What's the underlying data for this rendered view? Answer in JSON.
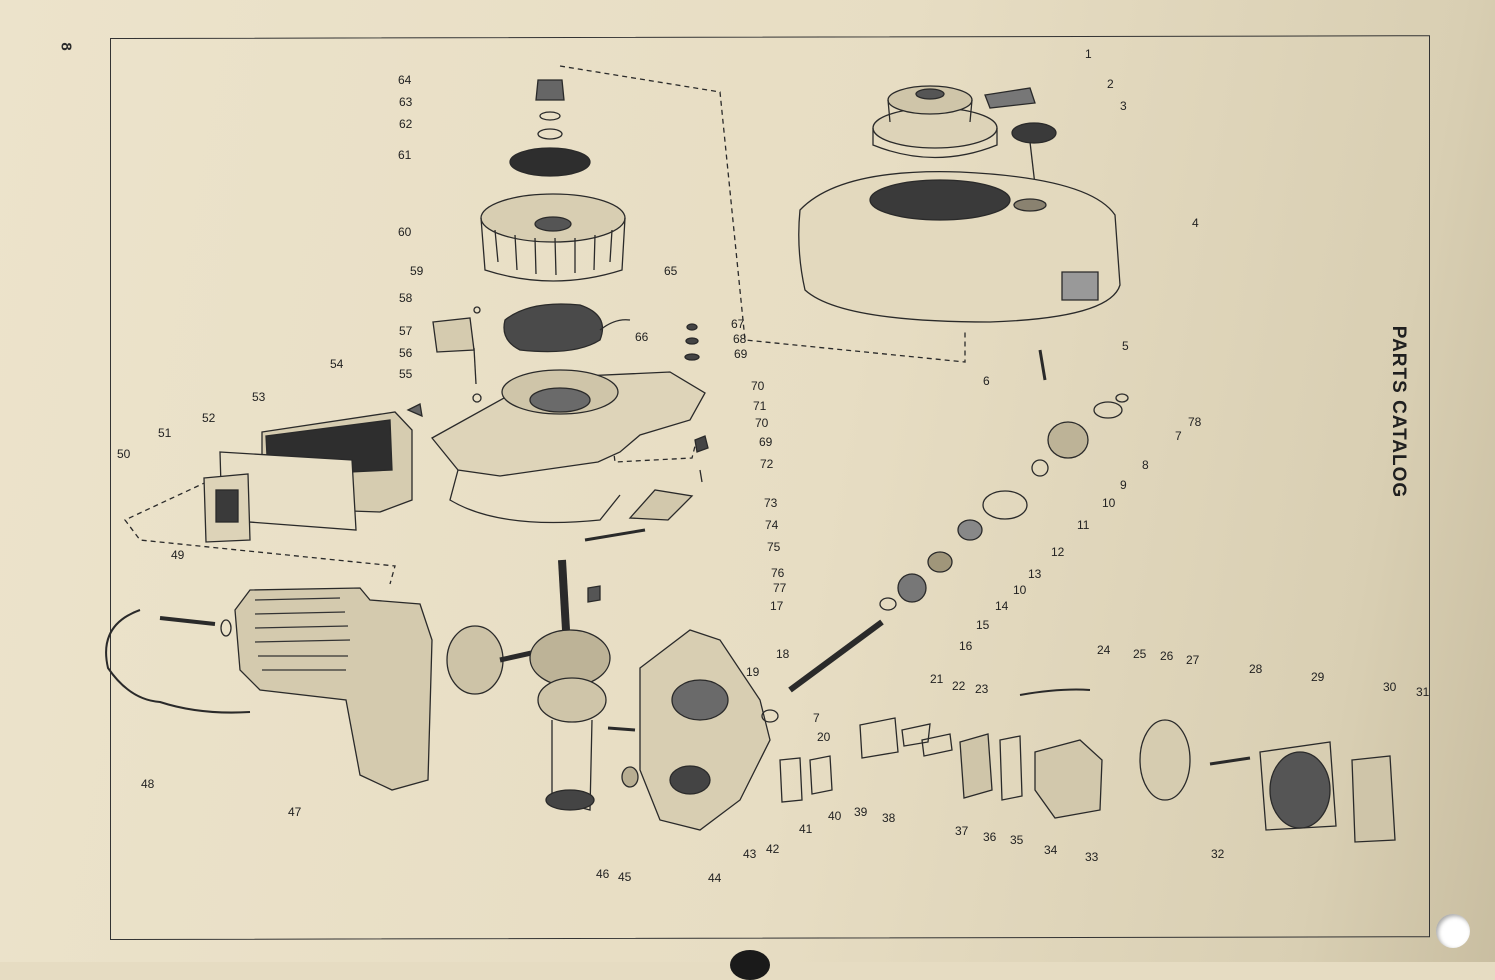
{
  "page": {
    "number": "8",
    "section_title": "PARTS CATALOG"
  },
  "callouts": [
    "1",
    "2",
    "3",
    "4",
    "5",
    "6",
    "7",
    "8",
    "9",
    "10",
    "11",
    "12",
    "13",
    "10",
    "14",
    "15",
    "16",
    "17",
    "18",
    "19",
    "7",
    "20",
    "21",
    "22",
    "23",
    "24",
    "25",
    "26",
    "27",
    "28",
    "29",
    "30",
    "31",
    "32",
    "33",
    "34",
    "35",
    "36",
    "37",
    "38",
    "39",
    "40",
    "41",
    "42",
    "43",
    "44",
    "45",
    "46",
    "47",
    "48",
    "49",
    "50",
    "51",
    "52",
    "53",
    "54",
    "55",
    "56",
    "57",
    "58",
    "59",
    "60",
    "61",
    "62",
    "63",
    "64",
    "65",
    "66",
    "67",
    "68",
    "69",
    "70",
    "71",
    "70",
    "69",
    "72",
    "73",
    "74",
    "75",
    "76",
    "77",
    "78"
  ],
  "colors": {
    "paper": "#e7ddc3",
    "ink": "#222222"
  }
}
